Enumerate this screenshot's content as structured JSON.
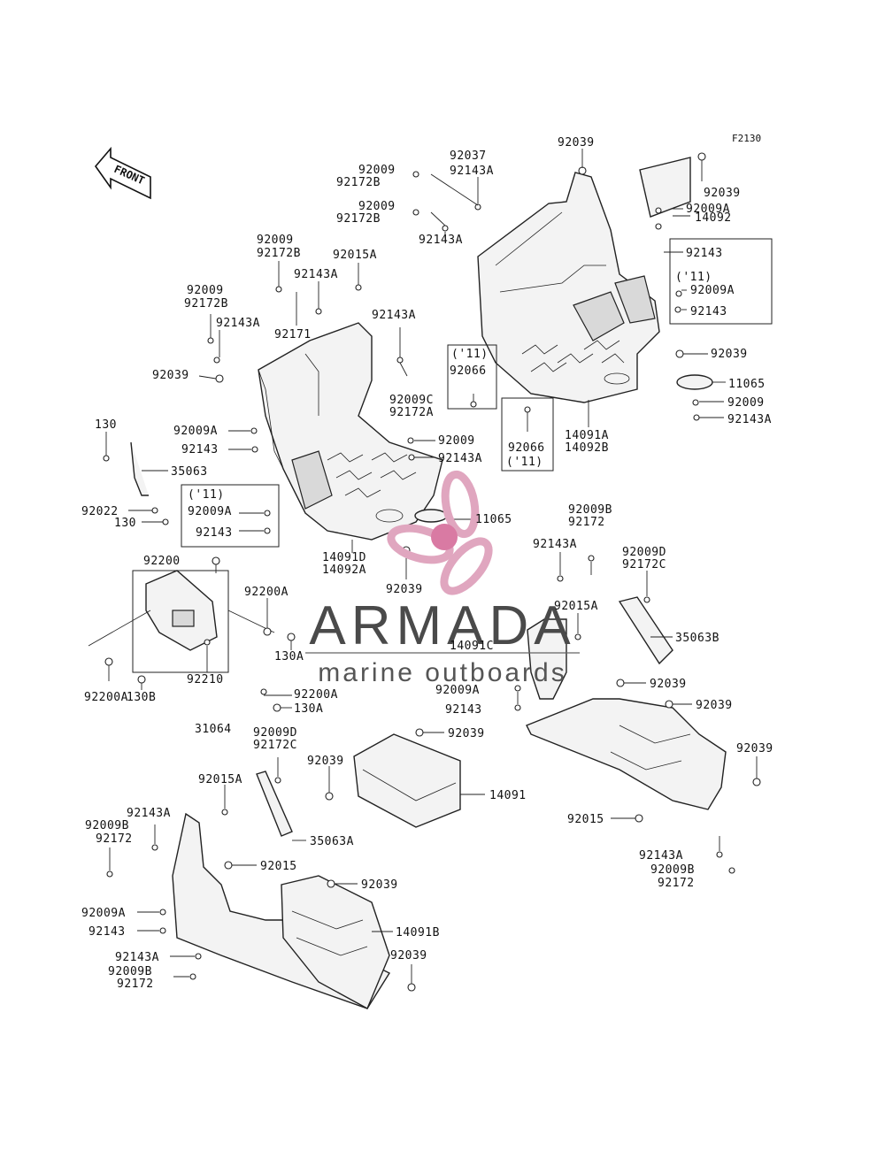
{
  "figure_code": "F2130",
  "front_arrow_label": "FRONT",
  "watermark": {
    "brand": "ARMADA",
    "tagline": "marine outboards",
    "logo_color": "#e0a6bf",
    "logo_center_color": "#d97aa3"
  },
  "labels": {
    "l1": "92039",
    "l2": "92037",
    "l3a": "92009",
    "l3b": "92172B",
    "l4": "92143A",
    "l5a": "92009",
    "l5b": "92172B",
    "l6": "92143A",
    "l7": "92039",
    "l8": "14092",
    "l9": "92009A",
    "l10": "92143",
    "l11": "('11)",
    "l12": "92009A",
    "l13": "92143",
    "l14": "92039",
    "l15": "11065",
    "l16": "92009",
    "l17": "92143A",
    "l18a": "14091A",
    "l18b": "14092B",
    "l19a": "92066",
    "l19b": "('11)",
    "l20a": "('11)",
    "l20b": "92066",
    "l21a": "92009C",
    "l21b": "92172A",
    "l22": "92143A",
    "l23a": "92009",
    "l23b": "92172B",
    "l24": "92015A",
    "l25": "92143A",
    "l26": "92171",
    "l27a": "92009",
    "l27b": "92172B",
    "l28": "92143A",
    "l29": "92039",
    "l30": "92009A",
    "l31": "92143",
    "l32": "130",
    "l33": "35063",
    "l34": "92022",
    "l35": "130",
    "l36": "('11)",
    "l37": "92009A",
    "l38": "92143",
    "l39": "92009",
    "l40": "92143A",
    "l41": "11065",
    "l42a": "14091D",
    "l42b": "14092A",
    "l43": "92039",
    "l44": "92200",
    "l45": "92200A",
    "l46": "130A",
    "l47": "92210",
    "l48": "92200A",
    "l49": "130A",
    "l50": "92200A",
    "l51": "130B",
    "l52": "31064",
    "l53a": "92009B",
    "l53b": "92172",
    "l54": "92143A",
    "l55a": "92009D",
    "l55b": "92172C",
    "l56": "92015A",
    "l57": "35063B",
    "l58": "14091C",
    "l59": "92009A",
    "l60": "92143",
    "l61": "92039",
    "l62": "92039",
    "l63": "92039",
    "l64": "92015",
    "l65": "92143A",
    "l66a": "92009B",
    "l66b": "92172",
    "l67a": "92009D",
    "l67b": "92172C",
    "l68": "92039",
    "l69": "92039",
    "l70": "14091",
    "l71": "92015A",
    "l72": "92143A",
    "l73a": "92009B",
    "l73b": "92172",
    "l74": "35063A",
    "l75": "92015",
    "l76": "92039",
    "l77": "92009A",
    "l78": "92143",
    "l79": "14091B",
    "l80": "92143A",
    "l81": "92039",
    "l82a": "92009B",
    "l82b": "92172"
  }
}
